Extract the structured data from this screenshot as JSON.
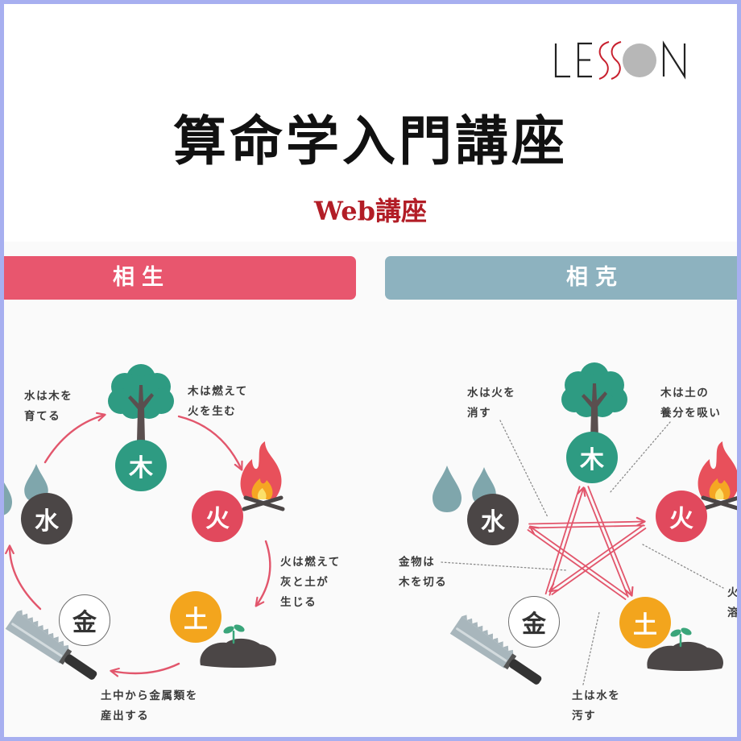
{
  "logo": {
    "text": "LESSON"
  },
  "title": "算命学入門講座",
  "subtitle": "Web講座",
  "sousei": {
    "heading": "相生",
    "elements": {
      "wood": "木",
      "fire": "火",
      "earth": "土",
      "metal": "金",
      "water": "水"
    },
    "labels": {
      "water_wood": [
        "水は木を",
        "育てる"
      ],
      "wood_fire": [
        "木は燃えて",
        "火を生む"
      ],
      "fire_earth": [
        "火は燃えて",
        "灰と土が",
        "生じる"
      ],
      "earth_metal": [
        "土中から金属類を",
        "産出する"
      ]
    }
  },
  "soukoku": {
    "heading": "相克",
    "elements": {
      "wood": "木",
      "fire": "火",
      "earth": "土",
      "metal": "金",
      "water": "水"
    },
    "labels": {
      "water_fire": [
        "水は火を",
        "消す"
      ],
      "wood_earth": [
        "木は土の",
        "養分を吸い"
      ],
      "metal_wood": [
        "金物は",
        "木を切る"
      ],
      "earth_water": [
        "土は水を",
        "汚す"
      ],
      "fire_metal": [
        "火",
        "溶"
      ]
    }
  },
  "icons": {
    "wood": "tree-icon",
    "fire": "campfire-icon",
    "earth": "soil-sprout-icon",
    "metal": "saw-icon",
    "water": "water-drop-icon"
  },
  "colors": {
    "frame": "#a7aff0",
    "title": "#111111",
    "subtitle": "#b21d26",
    "sousei_banner": "#e8566e",
    "soukoku_banner": "#8db2bf",
    "arrow": "#e2566c",
    "wood": "#2e9b82",
    "fire": "#e1495d",
    "earth": "#f3a51d",
    "metal": "#ffffff",
    "water": "#4b4646",
    "water_drop": "#7fa6ac"
  }
}
